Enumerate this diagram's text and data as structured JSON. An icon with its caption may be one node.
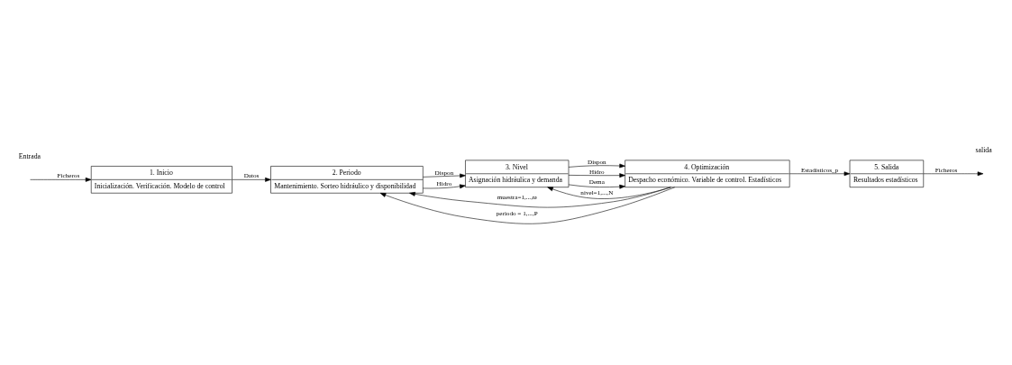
{
  "diagram": {
    "nodes": [
      {
        "text": [
          "1. Inicio",
          "Inicialización. Verificación. Modelo de control"
        ]
      },
      {
        "text": [
          "2. Periodo",
          "Mantenimiento. Sorteo hidráulico y disponibilidad"
        ]
      },
      {
        "text": [
          "3. Nivel",
          "Asignación hidráulica y demanda"
        ]
      },
      {
        "text": [
          "4. Optimización",
          "Despacho económico. Variable de control. Estadísticos"
        ]
      },
      {
        "text": [
          "5. Salida",
          "Resultados estadísticos"
        ]
      }
    ],
    "edges": [
      {
        "from": null,
        "to": 0,
        "arrow": "to",
        "label": "Ficheros"
      },
      {
        "from": 0,
        "to": 1,
        "arrow": "to",
        "label": "Datos"
      },
      {
        "from": 1,
        "to": 2,
        "arrow": "to",
        "label": "Dispon"
      },
      {
        "from": 1,
        "to": 2,
        "arrow": "to",
        "label": "Hidro"
      },
      {
        "from": 2,
        "to": 3,
        "arrow": "to",
        "label": "Dispon"
      },
      {
        "from": 2,
        "to": 3,
        "arrow": "to",
        "label": "Hidro"
      },
      {
        "from": 2,
        "to": 3,
        "arrow": "to",
        "label": "Dema"
      },
      {
        "from": 3,
        "to": 4,
        "arrow": "to",
        "label": "Estadísticos_p"
      },
      {
        "from": 3,
        "to": 2,
        "arrow": "to",
        "label": "nivel=1,...,N"
      },
      {
        "from": 3,
        "to": 1,
        "arrow": "to",
        "label": "muestra=1,...,ϖ"
      },
      {
        "from": 3,
        "to": 1,
        "arrow": "to",
        "label": "periodo = 1,...,P"
      },
      {
        "from": 4,
        "to": null,
        "arrow": "to",
        "label": "Ficheros"
      }
    ],
    "labels": [
      "Entrada",
      "salida"
    ]
  }
}
